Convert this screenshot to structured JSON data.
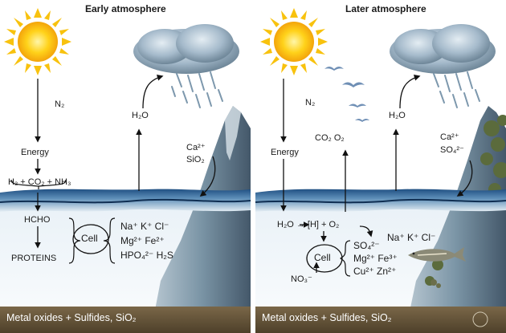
{
  "panels": [
    {
      "title": "Early atmosphere",
      "n2": "N₂",
      "energy": "Energy",
      "reactants": "H₂ + CO₂ + NH₃",
      "h2o_up": "H₂O",
      "runoff_1": "Ca²⁺",
      "runoff_2": "SiO₂",
      "hcho": "HCHO",
      "proteins": "PROTEINS",
      "cell": "Cell",
      "ions_1": "Na⁺ K⁺ Cl⁻",
      "ions_2": "Mg²⁺ Fe²⁺",
      "ions_3": "HPO₄²⁻ H₂S",
      "sediment": "Metal oxides + Sulfides, SiO₂"
    },
    {
      "title": "Later atmosphere",
      "n2": "N₂",
      "energy": "Energy",
      "gases": "CO₂  O₂",
      "h2o_up": "H₂O",
      "runoff_1": "Ca²⁺",
      "runoff_2": "SO₄²⁻",
      "reaction": "H₂O → [H] + O₂",
      "cell": "Cell",
      "nitrate": "NO₃⁻",
      "ions_a1": "SO₄²⁻",
      "ions_a2": "Mg²⁺ Fe³⁺",
      "ions_a3": "Cu²⁺ Zn²⁺",
      "ions_b": "Na⁺ K⁺ Cl⁻",
      "sediment": "Metal oxides + Sulfides, SiO₂"
    }
  ],
  "colors": {
    "sky": "#ffffff",
    "ocean_top": "#2a5a8c",
    "ocean_body": "#dceaf2",
    "sediment": "#6b5a3e",
    "sun": "#f6b80e",
    "mountain": "#7f97a6",
    "cloud": "#8fa3b3"
  },
  "icons": [
    "sun-icon",
    "rain-cloud-icon",
    "mountain-icon",
    "bird-icon",
    "fish-icon",
    "arrow-icon"
  ]
}
